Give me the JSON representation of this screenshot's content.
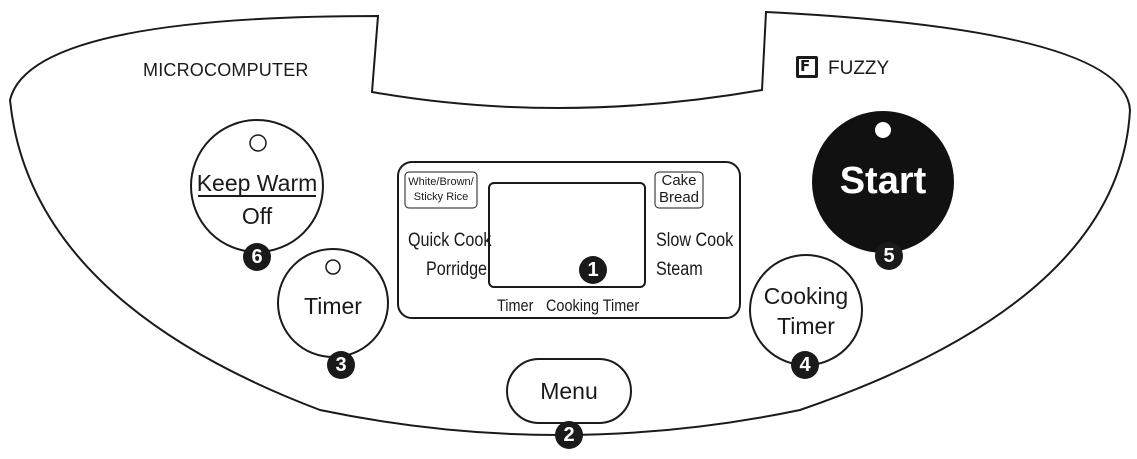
{
  "brand": {
    "left_text": "MICROCOMPUTER",
    "right_text": "FUZZY",
    "logo_letter": "F"
  },
  "buttons": {
    "keep_warm": {
      "line1": "Keep Warm",
      "line2": "Off",
      "number": "6"
    },
    "timer": {
      "label": "Timer",
      "number": "3"
    },
    "menu": {
      "label": "Menu",
      "number": "2"
    },
    "cooking_timer": {
      "line1": "Cooking",
      "line2": "Timer",
      "number": "4"
    },
    "start": {
      "label": "Start",
      "number": "5"
    }
  },
  "display": {
    "number": "1",
    "top_left_box": {
      "line1": "White/Brown/",
      "line2": "Sticky Rice"
    },
    "top_right_box": {
      "line1": "Cake",
      "line2": "Bread"
    },
    "left_labels": [
      "Quick Cook",
      "Porridge"
    ],
    "right_labels": [
      "Slow Cook",
      "Steam"
    ],
    "bottom_labels": [
      "Timer",
      "Cooking Timer"
    ]
  }
}
